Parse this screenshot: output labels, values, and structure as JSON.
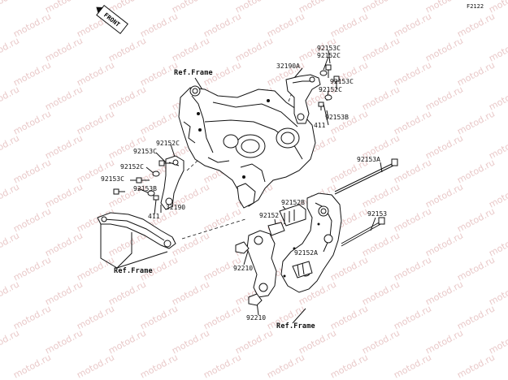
{
  "figure_code": "F2122",
  "front_label": "FRONT",
  "watermark": "motod.ru",
  "callouts": [
    {
      "id": "92153C-top",
      "text": "92153C"
    },
    {
      "id": "92152C-top",
      "text": "92152C"
    },
    {
      "id": "32190A",
      "text": "32190A"
    },
    {
      "id": "92153C-top-b",
      "text": "92153C"
    },
    {
      "id": "92152C-top-b",
      "text": "92152C"
    },
    {
      "id": "92153B-top",
      "text": "92153B"
    },
    {
      "id": "411-top",
      "text": "411"
    },
    {
      "id": "ref-frame-top",
      "text": "Ref.Frame"
    },
    {
      "id": "92152C-left",
      "text": "92152C"
    },
    {
      "id": "92153C-left",
      "text": "92153C"
    },
    {
      "id": "92152C-left-b",
      "text": "92152C"
    },
    {
      "id": "92153C-left-b",
      "text": "92153C"
    },
    {
      "id": "92153B-left",
      "text": "92153B"
    },
    {
      "id": "32190",
      "text": "32190"
    },
    {
      "id": "411-left",
      "text": "411"
    },
    {
      "id": "ref-frame-left",
      "text": "Ref.Frame"
    },
    {
      "id": "92153A",
      "text": "92153A"
    },
    {
      "id": "92152B",
      "text": "92152B"
    },
    {
      "id": "92152",
      "text": "92152"
    },
    {
      "id": "92153",
      "text": "92153"
    },
    {
      "id": "92152A",
      "text": "92152A"
    },
    {
      "id": "92210-a",
      "text": "92210"
    },
    {
      "id": "92210-b",
      "text": "92210"
    },
    {
      "id": "ref-frame-bottom",
      "text": "Ref.Frame"
    }
  ]
}
